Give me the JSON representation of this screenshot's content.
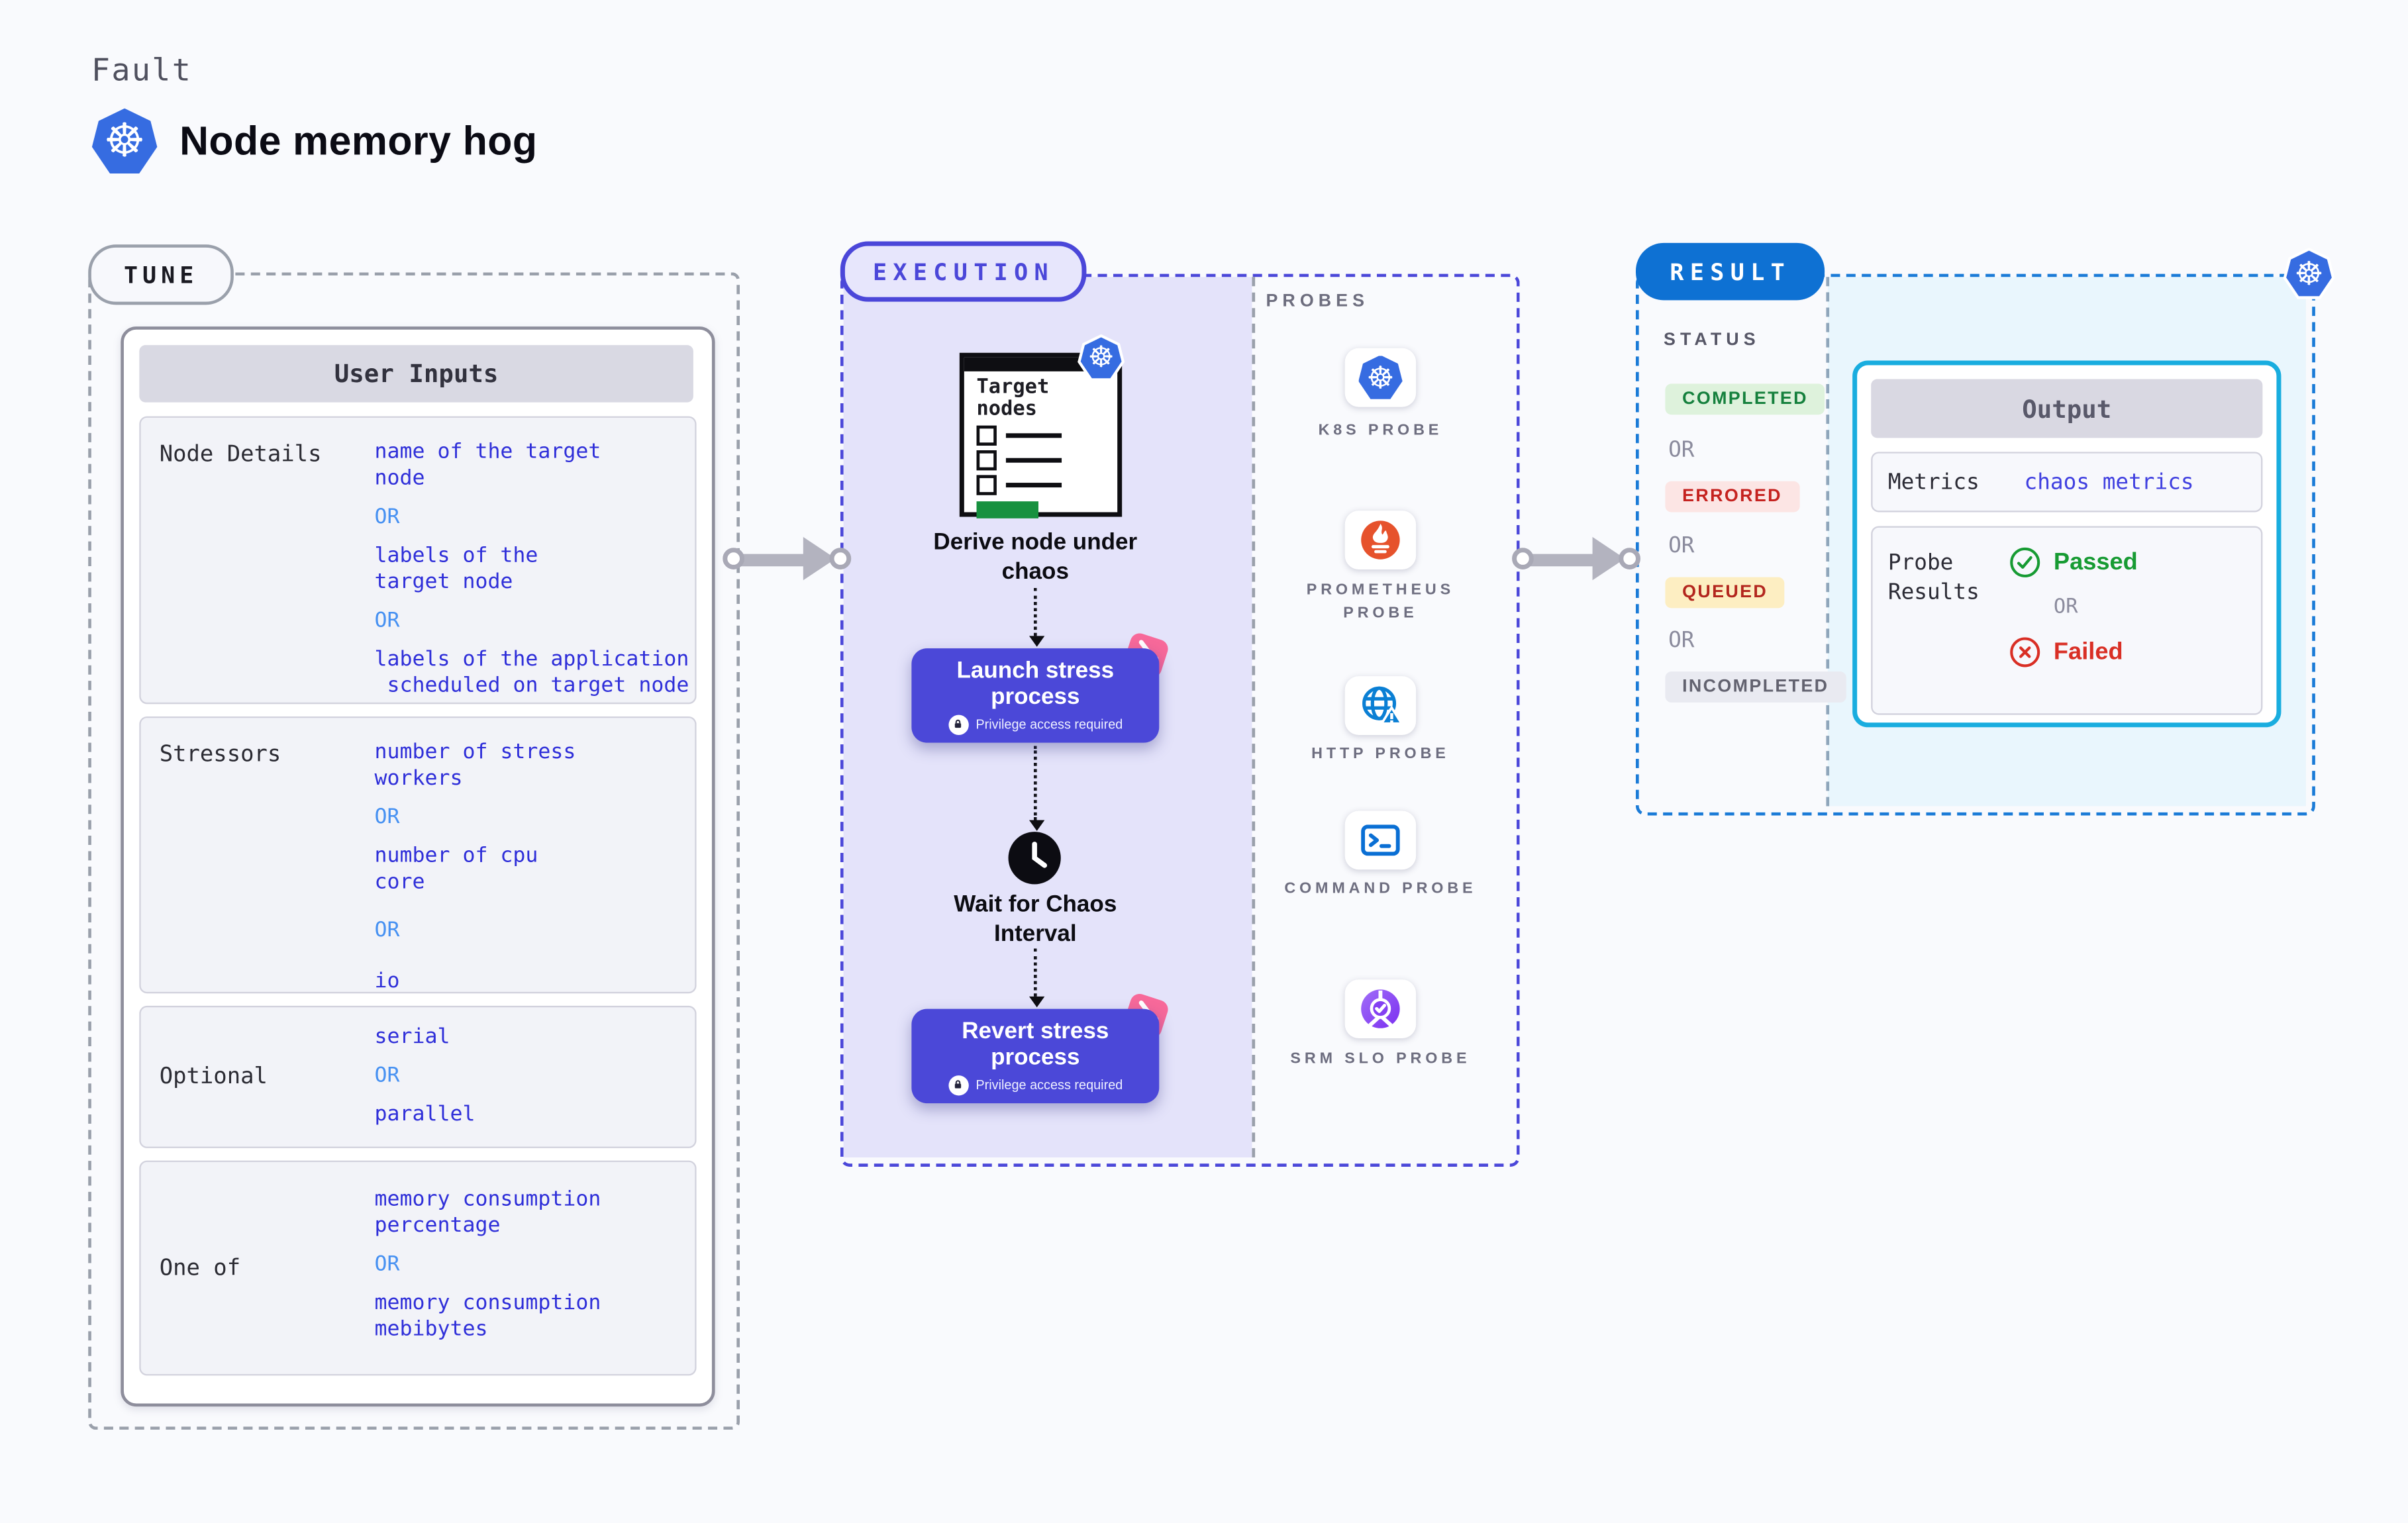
{
  "header": {
    "eyebrow": "Fault",
    "title": "Node memory hog",
    "icon": "kubernetes-icon"
  },
  "tune": {
    "badge": "TUNE",
    "table_title": "User Inputs",
    "rows": [
      {
        "label": "Node Details",
        "values": [
          "name of the target\nnode",
          "OR",
          "labels of the\ntarget node",
          "OR",
          "labels of the application\n scheduled on target node"
        ]
      },
      {
        "label": "Stressors",
        "values": [
          "number of stress\nworkers",
          "OR",
          "number of cpu\ncore",
          "OR",
          "io"
        ]
      },
      {
        "label": "Optional",
        "values": [
          "serial",
          "OR",
          "parallel"
        ]
      },
      {
        "label": "One of",
        "values": [
          "memory consumption\npercentage",
          "OR",
          "memory consumption\nmebibytes"
        ]
      }
    ]
  },
  "execution": {
    "badge": "EXECUTION",
    "target_box_title": "Target nodes",
    "derive_caption": "Derive node under chaos",
    "launch_label": "Launch stress process",
    "wait_caption": "Wait for Chaos Interval",
    "revert_label": "Revert stress process",
    "privilege_note": "Privilege access required"
  },
  "probes": {
    "title": "PROBES",
    "items": [
      {
        "label": "K8S PROBE",
        "icon": "kubernetes-icon"
      },
      {
        "label": "PROMETHEUS PROBE",
        "icon": "prometheus-icon"
      },
      {
        "label": "HTTP PROBE",
        "icon": "globe-alert-icon"
      },
      {
        "label": "COMMAND PROBE",
        "icon": "terminal-icon"
      },
      {
        "label": "SRM SLO PROBE",
        "icon": "slo-pie-check-icon"
      }
    ]
  },
  "result": {
    "badge": "RESULT",
    "status_title": "STATUS",
    "statuses": [
      {
        "label": "COMPLETED",
        "type": "completed"
      },
      {
        "label": "OR",
        "type": "or"
      },
      {
        "label": "ERRORED",
        "type": "errored"
      },
      {
        "label": "OR",
        "type": "or"
      },
      {
        "label": "QUEUED",
        "type": "queued"
      },
      {
        "label": "OR",
        "type": "or"
      },
      {
        "label": "INCOMPLETED",
        "type": "incompleted"
      }
    ],
    "output": {
      "title": "Output",
      "metrics_label": "Metrics",
      "metrics_value": "chaos metrics",
      "probe_results_label": "Probe Results",
      "passed": "Passed",
      "or": "OR",
      "failed": "Failed"
    }
  },
  "colors": {
    "indigo_accent": "#4b48d8",
    "lavender_panel": "#e4e3fa",
    "result_blue": "#0e71d3",
    "output_cyan": "#19addf",
    "value_blue": "#2f2fd9",
    "or_blue": "#4791f2",
    "passed_green": "#179b33",
    "failed_red": "#d92f25",
    "pink_decoration": "#f7699a",
    "k8s_blue": "#366ce1",
    "prometheus_orange": "#e6522c",
    "target_green": "#17913f"
  }
}
